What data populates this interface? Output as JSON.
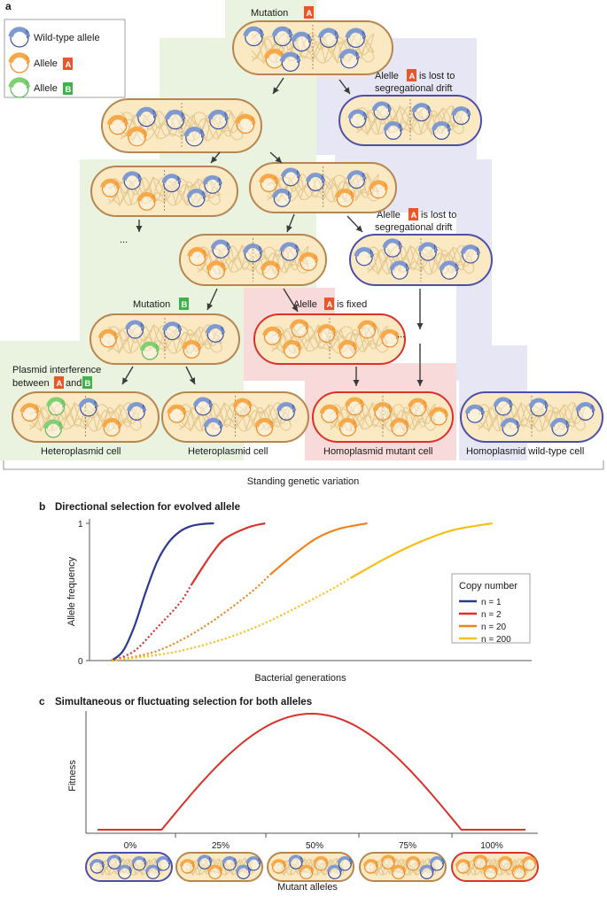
{
  "colors": {
    "wild_type": "#3a53a4",
    "allele_a": "#f08a24",
    "allele_b": "#5cb85c",
    "badge_a": "#e8562a",
    "badge_b": "#3db34a",
    "cell_fill": "#fbe9c4",
    "cell_border": "#b7864f",
    "green_bg": "#e9f3df",
    "purple_bg": "#e6e6f4",
    "red_bg": "#f9dada",
    "n1": "#2b3990",
    "n2": "#d9312b",
    "n20": "#f0821e",
    "n200": "#f7be17",
    "fitness": "#d9312b"
  },
  "panel_a": {
    "letter": "a",
    "legend": {
      "wild_type": "Wild-type allele",
      "allele_a_prefix": "Allele",
      "allele_b_prefix": "Allele"
    },
    "badge_a": "A",
    "badge_b": "B",
    "mutation_a_prefix": "Mutation",
    "mutation_b_prefix": "Mutation",
    "lost_prefix": "Alelle",
    "lost_suffix_line1": "is lost to",
    "lost_line2": "segregational drift",
    "fixed_prefix": "Alelle",
    "fixed_suffix": "is fixed",
    "interference_line1": "Plasmid interference",
    "interference_line2_prefix": "between",
    "interference_and": "and",
    "ellipsis": "...",
    "cell_labels": {
      "heteroplasmid_1": "Heteroplasmid cell",
      "heteroplasmid_2": "Heteroplasmid cell",
      "homoplasmid_mutant": "Homoplasmid mutant cell",
      "homoplasmid_wild": "Homoplasmid wild-type cell"
    },
    "bracket_label": "Standing genetic variation"
  },
  "panel_b": {
    "letter": "b",
    "title": "Directional selection for evolved allele",
    "ylabel": "Allele frequency",
    "xlabel": "Bacterial generations",
    "y_ticks": [
      "0",
      "1"
    ],
    "legend_title": "Copy number",
    "legend_items": [
      {
        "label": "n = 1",
        "color": "#2b3990"
      },
      {
        "label": "n = 2",
        "color": "#d9312b"
      },
      {
        "label": "n = 20",
        "color": "#f0821e"
      },
      {
        "label": "n = 200",
        "color": "#f7be17"
      }
    ]
  },
  "panel_c": {
    "letter": "c",
    "title": "Simultaneous or fluctuating selection for both alleles",
    "ylabel": "Fitness",
    "xlabel": "Mutant alleles",
    "x_ticks": [
      "0%",
      "25%",
      "50%",
      "75%",
      "100%"
    ]
  },
  "chart_data": [
    {
      "type": "line",
      "panel": "b",
      "title": "Directional selection for evolved allele",
      "xlabel": "Bacterial generations",
      "ylabel": "Allele frequency",
      "ylim": [
        0,
        1
      ],
      "legend": "right",
      "legend_title": "Copy number",
      "series": [
        {
          "name": "n = 1",
          "x": [
            0,
            2,
            4,
            6,
            8,
            10,
            12,
            14,
            16,
            18
          ],
          "values": [
            0,
            0.07,
            0.25,
            0.5,
            0.72,
            0.86,
            0.94,
            0.98,
            0.995,
            1
          ]
        },
        {
          "name": "n = 2",
          "x": [
            0,
            4,
            8,
            12,
            14,
            16,
            18,
            20,
            24,
            27
          ],
          "values": [
            0,
            0.07,
            0.24,
            0.42,
            0.55,
            0.68,
            0.8,
            0.89,
            0.97,
            1
          ]
        },
        {
          "name": "n = 20",
          "x": [
            0,
            8,
            16,
            24,
            28,
            32,
            36,
            40,
            45
          ],
          "values": [
            0,
            0.07,
            0.24,
            0.48,
            0.63,
            0.77,
            0.89,
            0.96,
            1
          ]
        },
        {
          "name": "n = 200",
          "x": [
            0,
            12,
            24,
            36,
            42,
            48,
            54,
            60,
            67
          ],
          "values": [
            0,
            0.07,
            0.22,
            0.46,
            0.6,
            0.74,
            0.86,
            0.95,
            1
          ]
        }
      ]
    },
    {
      "type": "line",
      "panel": "c",
      "title": "Simultaneous or fluctuating selection for both alleles",
      "xlabel": "Mutant alleles",
      "ylabel": "Fitness",
      "categories": [
        "0%",
        "25%",
        "50%",
        "75%",
        "100%"
      ],
      "x": [
        0,
        15,
        25,
        37.5,
        50,
        62.5,
        75,
        85,
        100
      ],
      "values": [
        0,
        0,
        0.52,
        0.85,
        1,
        0.85,
        0.52,
        0,
        0
      ],
      "grid": false
    }
  ]
}
